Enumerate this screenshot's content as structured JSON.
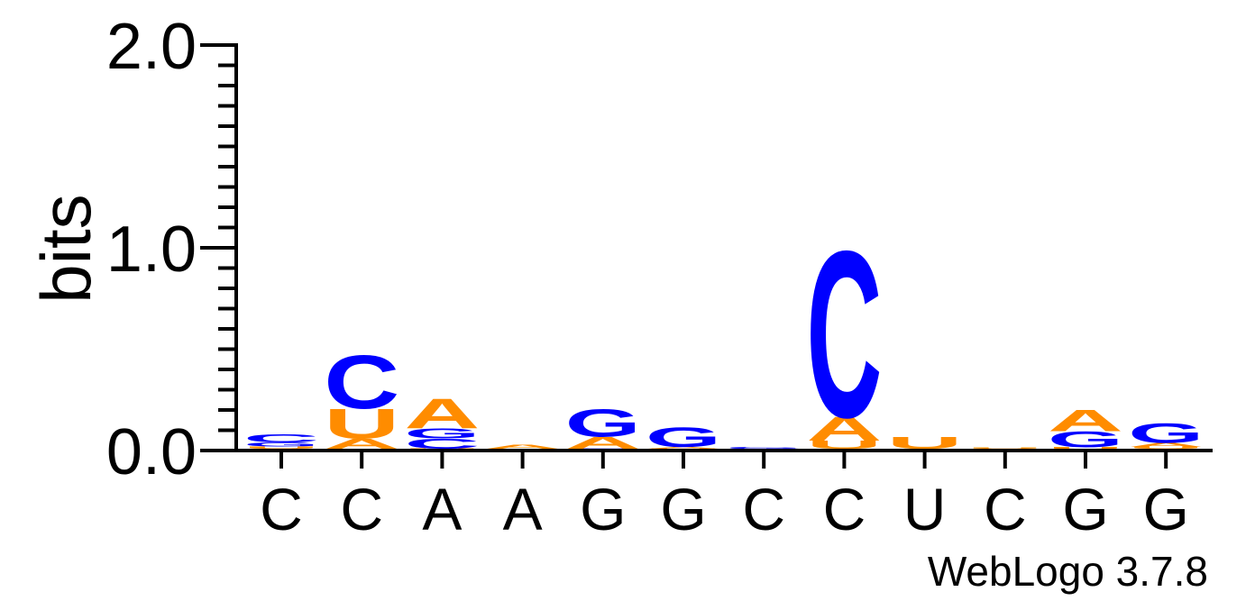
{
  "chart_data": {
    "type": "sequence-logo",
    "ylabel": "bits",
    "ylim": [
      0,
      2.0
    ],
    "y_ticks": [
      "0.0",
      "1.0",
      "2.0"
    ],
    "x_labels": [
      "C",
      "C",
      "A",
      "A",
      "G",
      "G",
      "C",
      "C",
      "U",
      "C",
      "G",
      "G"
    ],
    "footer": "WebLogo 3.7.8",
    "colors": {
      "C": "#0000ff",
      "G": "#0000ff",
      "A": "#ff8c00",
      "U": "#ff8c00"
    },
    "positions": [
      [
        {
          "letter": "A",
          "bits": 0.01
        },
        {
          "letter": "U",
          "bits": 0.01
        },
        {
          "letter": "G",
          "bits": 0.02
        },
        {
          "letter": "C",
          "bits": 0.04
        }
      ],
      [
        {
          "letter": "G",
          "bits": 0.01
        },
        {
          "letter": "A",
          "bits": 0.05
        },
        {
          "letter": "U",
          "bits": 0.15
        },
        {
          "letter": "C",
          "bits": 0.27
        }
      ],
      [
        {
          "letter": "U",
          "bits": 0.01
        },
        {
          "letter": "C",
          "bits": 0.05
        },
        {
          "letter": "G",
          "bits": 0.05
        },
        {
          "letter": "A",
          "bits": 0.15
        }
      ],
      [
        {
          "letter": "U",
          "bits": 0.003
        },
        {
          "letter": "C",
          "bits": 0.003
        },
        {
          "letter": "G",
          "bits": 0.004
        },
        {
          "letter": "A",
          "bits": 0.02
        }
      ],
      [
        {
          "letter": "U",
          "bits": 0.004
        },
        {
          "letter": "C",
          "bits": 0.006
        },
        {
          "letter": "A",
          "bits": 0.06
        },
        {
          "letter": "G",
          "bits": 0.14
        }
      ],
      [
        {
          "letter": "C",
          "bits": 0.004
        },
        {
          "letter": "U",
          "bits": 0.006
        },
        {
          "letter": "A",
          "bits": 0.008
        },
        {
          "letter": "G",
          "bits": 0.1
        }
      ],
      [
        {
          "letter": "U",
          "bits": 0.003
        },
        {
          "letter": "A",
          "bits": 0.004
        },
        {
          "letter": "G",
          "bits": 0.005
        },
        {
          "letter": "C",
          "bits": 0.005
        }
      ],
      [
        {
          "letter": "G",
          "bits": 0.008
        },
        {
          "letter": "U",
          "bits": 0.04
        },
        {
          "letter": "A",
          "bits": 0.12
        },
        {
          "letter": "C",
          "bits": 0.84
        }
      ],
      [
        {
          "letter": "G",
          "bits": 0.002
        },
        {
          "letter": "C",
          "bits": 0.003
        },
        {
          "letter": "A",
          "bits": 0.005
        },
        {
          "letter": "U",
          "bits": 0.06
        }
      ],
      [
        {
          "letter": "C",
          "bits": 0.002
        },
        {
          "letter": "G",
          "bits": 0.002
        },
        {
          "letter": "A",
          "bits": 0.004
        },
        {
          "letter": "U",
          "bits": 0.005
        }
      ],
      [
        {
          "letter": "C",
          "bits": 0.006
        },
        {
          "letter": "U",
          "bits": 0.01
        },
        {
          "letter": "G",
          "bits": 0.08
        },
        {
          "letter": "A",
          "bits": 0.11
        }
      ],
      [
        {
          "letter": "C",
          "bits": 0.008
        },
        {
          "letter": "U",
          "bits": 0.01
        },
        {
          "letter": "A",
          "bits": 0.02
        },
        {
          "letter": "G",
          "bits": 0.1
        }
      ]
    ]
  }
}
